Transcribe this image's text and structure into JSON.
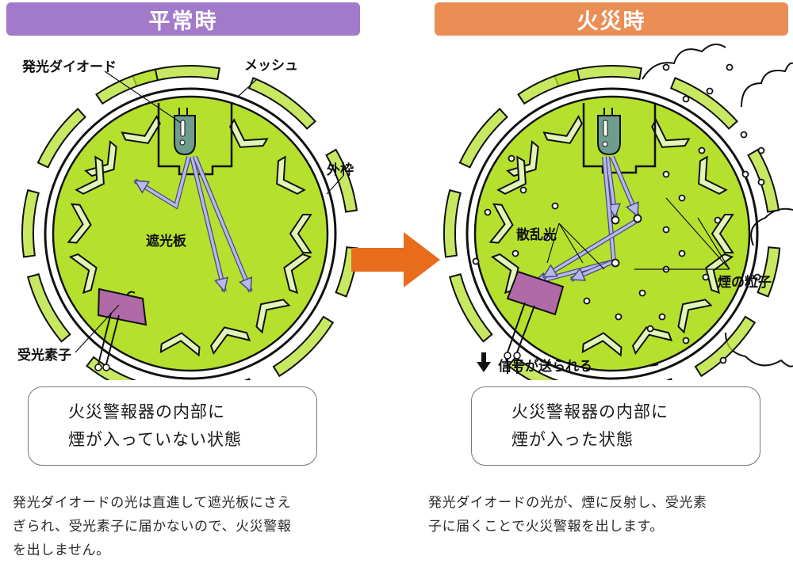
{
  "colors": {
    "normal_banner": "#a37ac9",
    "fire_banner": "#ea8e55",
    "arrow": "#e86c1c",
    "chamber_fill": "#b5e02e",
    "baffle_fill": "#e3f4b8",
    "light_ray": "#b9b8ee",
    "diode": "#6e9c8e",
    "receiver": "#b06aa8"
  },
  "panels": {
    "normal": {
      "title": "平常時",
      "labels": {
        "diode": "発光ダイオード",
        "mesh": "メッシュ",
        "frame": "外枠",
        "baffle": "遮光板",
        "receiver": "受光素子"
      },
      "caption_lines": [
        "火災警報器の内部に",
        "煙が入っていない状態"
      ],
      "description_lines": [
        "発光ダイオードの光は直進して遮光板にさえ",
        "ぎられ、受光素子に届かないので、火災警報",
        "を出しません。"
      ]
    },
    "fire": {
      "title": "火災時",
      "labels": {
        "scattered_light": "散乱光",
        "smoke_particles": "煙の粒子",
        "signal": "信号が送られる"
      },
      "caption_lines": [
        "火災警報器の内部に",
        "煙が入った状態"
      ],
      "description_lines": [
        "発光ダイオードの光が、煙に反射し、受光素",
        "子に届くことで火災警報を出します。"
      ]
    }
  },
  "icons": {
    "transition": "arrow-right-icon",
    "signal": "arrow-down-icon"
  }
}
